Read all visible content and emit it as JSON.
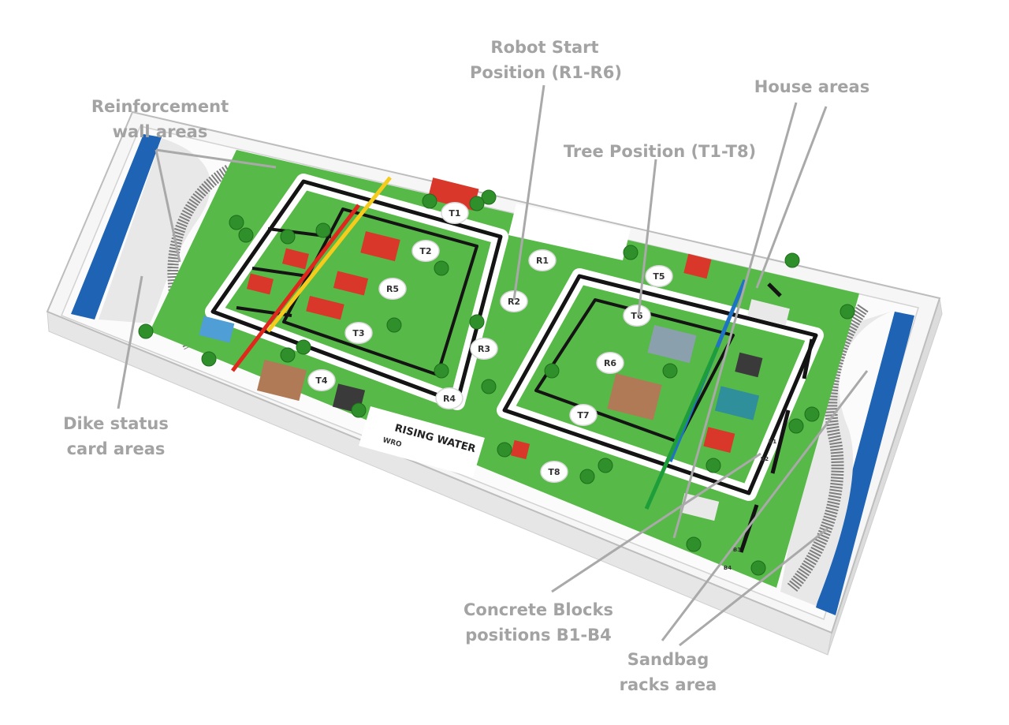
{
  "mat": {
    "title": "RISING WATER",
    "brand": "WRO",
    "colors": {
      "grass": "#57b947",
      "grass_dark": "#3d9a33",
      "water": "#1e63b4",
      "wall": "#f4f4f4",
      "line": "#141414",
      "red_lane": "#e0261d",
      "yellow_lane": "#f5cb1c",
      "green_lane": "#1e9e3a",
      "blue_lane": "#2073c4",
      "callout_text": "#a3a3a3",
      "leader": "#a9a9a9"
    }
  },
  "callouts": {
    "robot_start": [
      "Robot Start",
      "Position (R1-R6)"
    ],
    "house_areas": [
      "House areas"
    ],
    "reinforcement": [
      "Reinforcement",
      "wall areas"
    ],
    "tree_position": [
      "Tree Position (T1-T8)"
    ],
    "dike_status": [
      "Dike status",
      "card areas"
    ],
    "concrete_blocks": [
      "Concrete Blocks",
      "positions B1-B4"
    ],
    "sandbag": [
      "Sandbag",
      "racks area"
    ]
  },
  "robot_positions": [
    "R1",
    "R2",
    "R3",
    "R4",
    "R5",
    "R6"
  ],
  "tree_positions": [
    "T1",
    "T2",
    "T3",
    "T4",
    "T5",
    "T6",
    "T7",
    "T8"
  ],
  "block_positions": [
    "B1",
    "B2",
    "B3",
    "B4"
  ]
}
